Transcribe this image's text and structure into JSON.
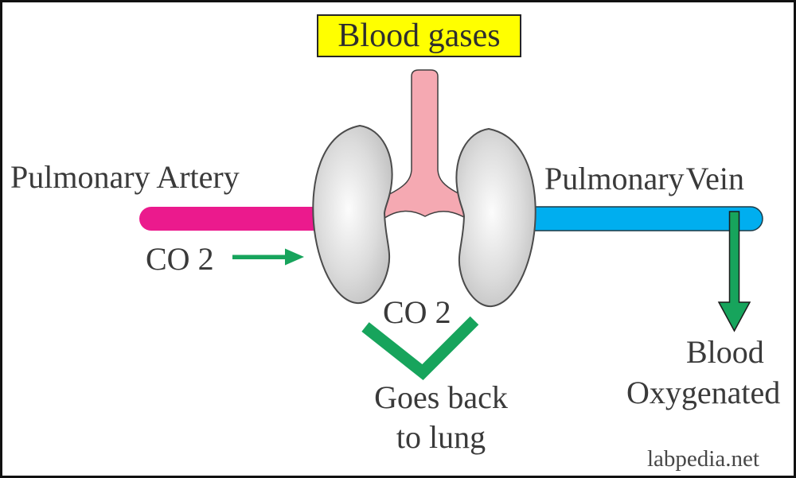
{
  "title_box": {
    "label": "Blood gases"
  },
  "vessels": {
    "artery_label": "Pulmonary Artery",
    "vein_label": "Pulmonary Vein"
  },
  "gas_exchange": {
    "co2_in_label": "CO 2",
    "co2_out_label": "CO 2",
    "co2_return_line1": "Goes back",
    "co2_return_line2": "to lung",
    "oxygenated_line1": "Blood",
    "oxygenated_line2": "Oxygenated"
  },
  "watermark": "labpedia.net",
  "colors": {
    "artery": "#eb1a8d",
    "vein": "#00aeef",
    "trachea": "#f5a9b2",
    "arrow_green": "#17a45c",
    "title_bg": "#ffff00",
    "lung_gray": "#c9c9c9",
    "text": "#3a3a3a",
    "border": "#111111"
  }
}
